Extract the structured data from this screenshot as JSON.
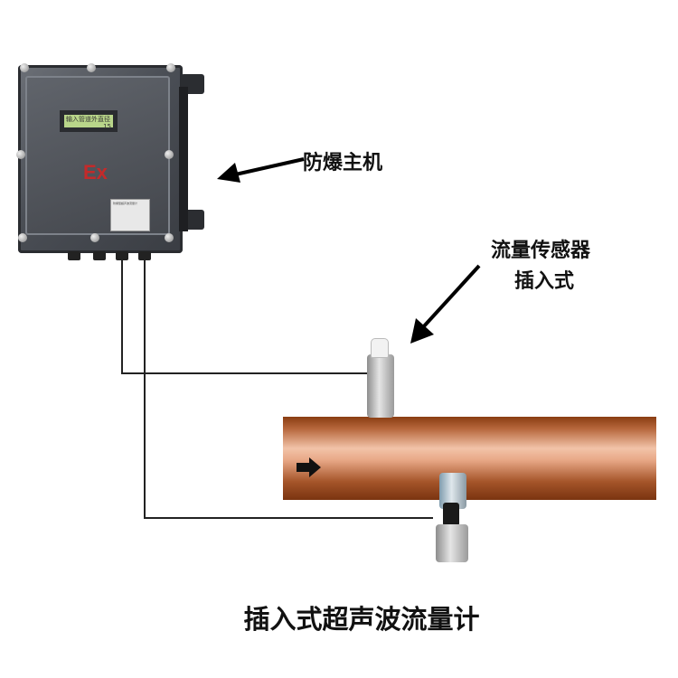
{
  "host": {
    "label": "防爆主机",
    "ex_mark": "Ex",
    "display_text": "输入管道外直径",
    "display_value": "15",
    "nameplate": "防爆型超声波流量计"
  },
  "sensor": {
    "label_line1": "流量传感器",
    "label_line2": "插入式"
  },
  "title": "插入式超声波流量计",
  "colors": {
    "pipe": "#b8693e",
    "ex": "#c42a2a",
    "lcd": "#b9d68a"
  }
}
